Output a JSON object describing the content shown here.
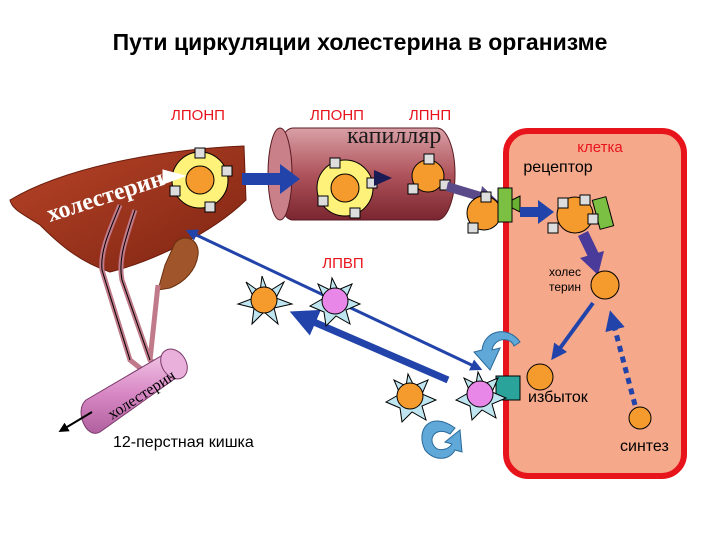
{
  "title": "Пути циркуляции холестерина в организме",
  "labels": {
    "lponp_left": "ЛПОНП",
    "lponp_mid": "ЛПОНП",
    "lpnp": "ЛПНП",
    "capillary": "капилляр",
    "cell": "клетка",
    "receptor": "рецептор",
    "cholesterol_liver": "холестерин",
    "lpvp": "ЛПВП",
    "chol_cell_line1": "холес",
    "chol_cell_line2": "терин",
    "excess": "избыток",
    "synthesis": "синтез",
    "duodenum": "12-перстная кишка",
    "cholesterol_intestine": "холестерин"
  },
  "colors": {
    "cell_border": "#e8141c",
    "cell_fill": "#f5a88a",
    "liver": "#a0301c",
    "capillary": "#9b3a3f",
    "particle_orange": "#f59a2c",
    "particle_yellow": "#fff27a",
    "hdl_pink": "#e887e8",
    "receptor_green": "#7bc043",
    "arrow_blue": "#2244aa"
  }
}
